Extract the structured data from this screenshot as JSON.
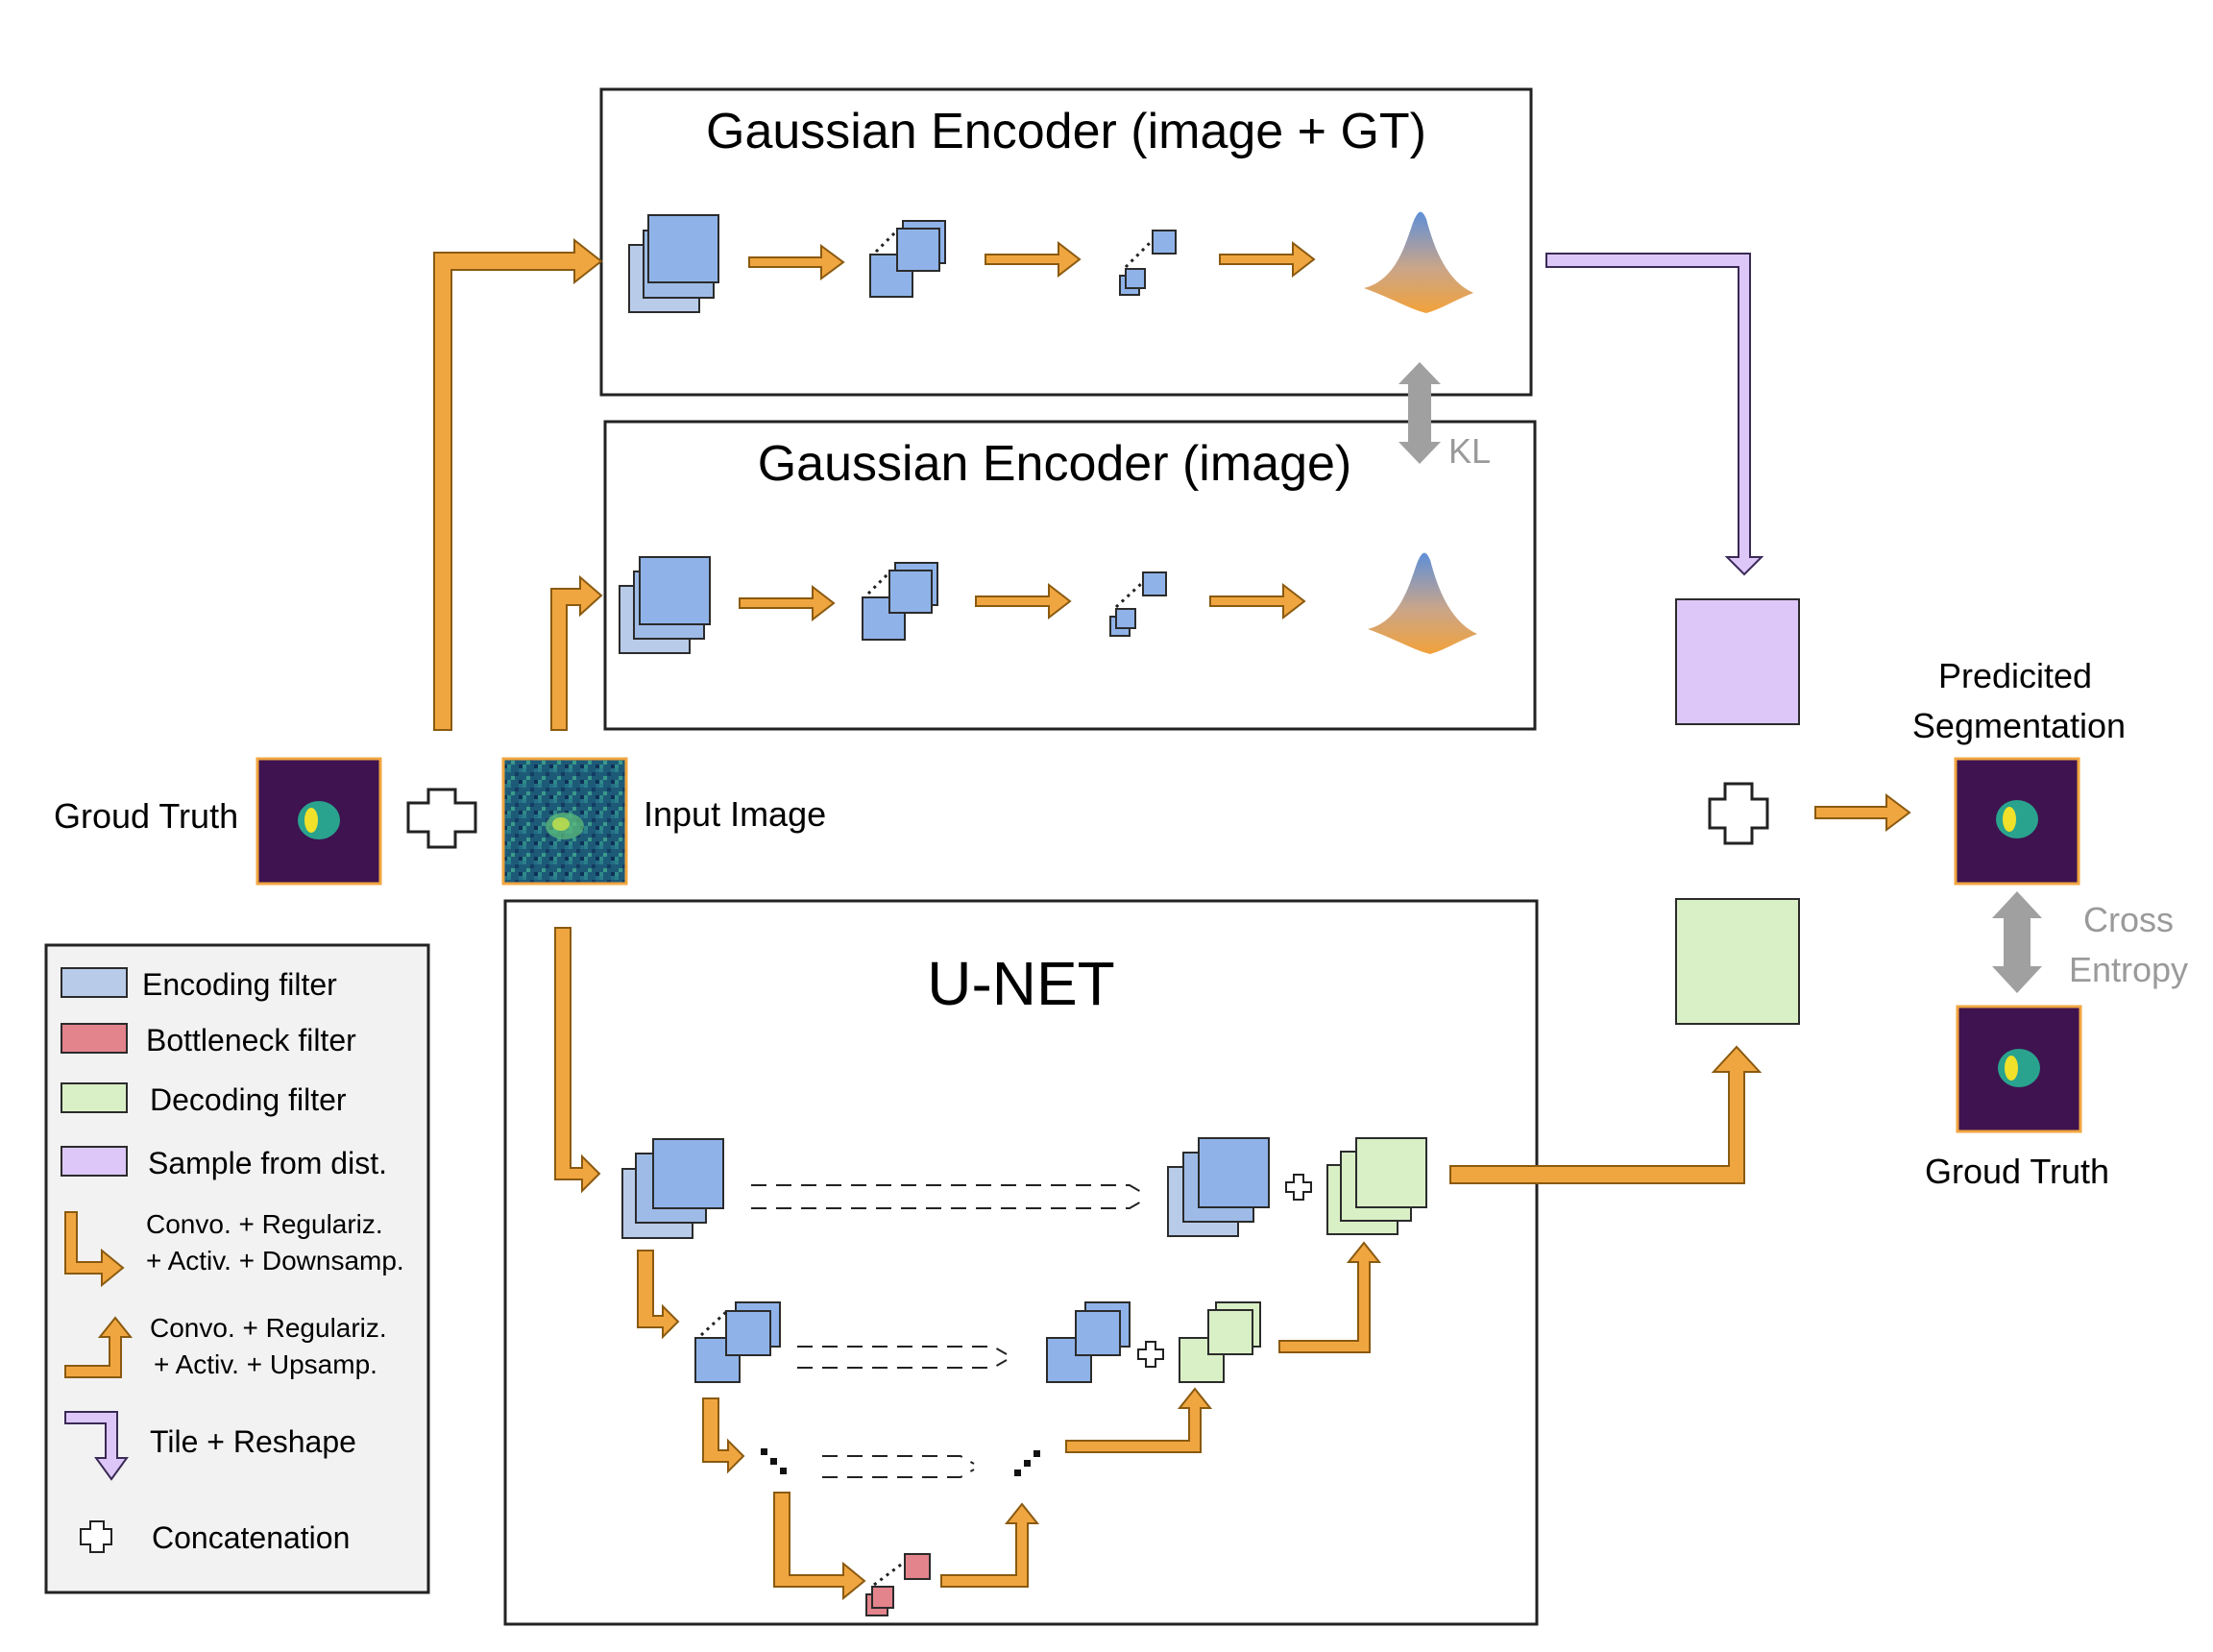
{
  "encoders": {
    "posterior_title": "Gaussian Encoder (image + GT)",
    "prior_title": "Gaussian Encoder (image)",
    "kl_label": "KL"
  },
  "unet": {
    "title": "U-NET"
  },
  "inputs": {
    "ground_truth_label": "Groud Truth",
    "input_image_label": "Input Image"
  },
  "output": {
    "predicted_label_line1": "Predicited",
    "predicted_label_line2": "Segmentation",
    "loss_label_line1": "Cross",
    "loss_label_line2": "Entropy",
    "ground_truth_label": "Groud Truth"
  },
  "legend": {
    "items": [
      {
        "label": "Encoding filter"
      },
      {
        "label": "Bottleneck filter"
      },
      {
        "label": "Decoding filter"
      },
      {
        "label": "Sample from dist."
      },
      {
        "label_line1": "Convo. + Regulariz.",
        "label_line2": "+ Activ. + Downsamp."
      },
      {
        "label_line1": "Convo. + Regulariz.",
        "label_line2": "+ Activ. + Upsamp."
      },
      {
        "label": "Tile + Reshape"
      },
      {
        "label": "Concatenation"
      }
    ]
  },
  "colors": {
    "arrow_orange": "#F0A640",
    "arrow_orange_border": "#8a5a10",
    "encoding_fill": "#B8CCEA",
    "encoding_fill_small": "#8FB3E8",
    "bottleneck_fill": "#E3838C",
    "decoding_fill": "#D9EFC6",
    "sample_fill": "#DCC7F8",
    "kl_gray": "#A0A0A0",
    "seg_background": "#3E1350",
    "seg_teal": "#2AA38E",
    "seg_yellow": "#F1E12A"
  },
  "icons": [
    "filter-stack-icon",
    "gaussian-surface-icon",
    "concatenation-cross-icon",
    "double-arrow-icon",
    "segmentation-mask-icon",
    "noisy-input-icon"
  ]
}
